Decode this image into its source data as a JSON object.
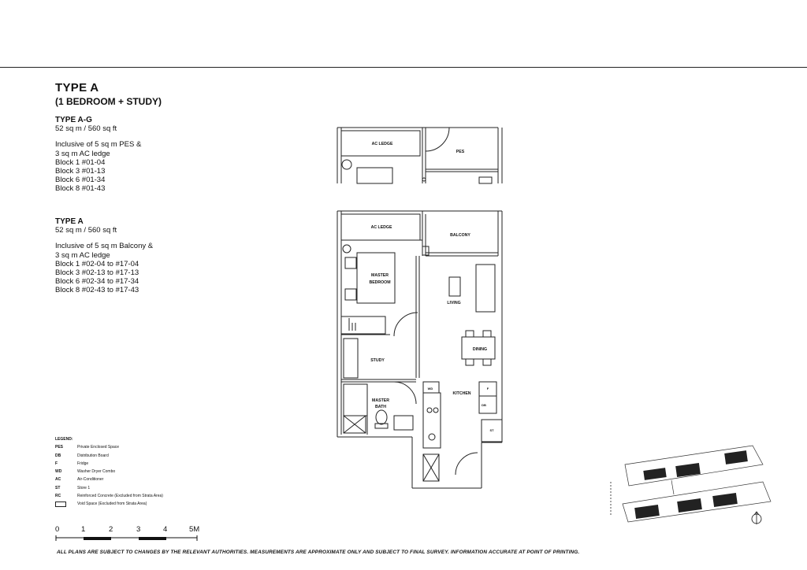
{
  "title": "TYPE  A",
  "subtitle": "(1 BEDROOM + STUDY)",
  "type_ag": {
    "heading": "TYPE A-G",
    "area": "52 sq m / 560 sq ft",
    "lines": [
      "Inclusive of 5 sq m PES &",
      "3 sq m AC ledge",
      "Block 1 #01-04",
      "Block 3 #01-13",
      "Block 6 #01-34",
      "Block 8 #01-43"
    ]
  },
  "type_a": {
    "heading": "TYPE A",
    "area": "52 sq m / 560 sq ft",
    "lines": [
      "Inclusive of 5 sq m Balcony &",
      "3 sq m AC ledge",
      "Block 1 #02-04 to #17-04",
      "Block 3 #02-13 to #17-13",
      "Block 6 #02-34 to #17-34",
      "Block 8 #02-43 to #17-43"
    ]
  },
  "legend": {
    "heading": "LEGEND:",
    "items": [
      {
        "abbr": "PES",
        "desc": "Private Enclosed Space"
      },
      {
        "abbr": "DB",
        "desc": "Distribution Board"
      },
      {
        "abbr": "F",
        "desc": "Fridge"
      },
      {
        "abbr": "WD",
        "desc": "Washer Dryer Combo"
      },
      {
        "abbr": "AC",
        "desc": "Air-Conditioner"
      },
      {
        "abbr": "ST",
        "desc": "Store 1"
      },
      {
        "abbr": "RC",
        "desc": "Reinforced Concrete (Excluded from Strata Area)"
      }
    ],
    "void_desc": "Void Space (Excluded from Strata Area)"
  },
  "scale": {
    "labels": [
      "0",
      "1",
      "2",
      "3",
      "4",
      "5M"
    ]
  },
  "plan_top": {
    "ac_ledge": "AC LEDGE",
    "pes": "PES"
  },
  "plan_main": {
    "ac_ledge": "AC LEDGE",
    "balcony": "BALCONY",
    "master_bedroom_1": "MASTER",
    "master_bedroom_2": "BEDROOM",
    "living": "LIVING",
    "dining": "DINING",
    "study": "STUDY",
    "master_bath_1": "MASTER",
    "master_bath_2": "BATH",
    "kitchen": "KITCHEN",
    "wd": "WD",
    "f": "F",
    "db": "DB",
    "st": "ST"
  },
  "disclaimer": "ALL PLANS ARE SUBJECT TO CHANGES BY THE RELEVANT AUTHORITIES. MEASUREMENTS ARE APPROXIMATE ONLY AND SUBJECT TO FINAL SURVEY. INFORMATION ACCURATE AT POINT OF PRINTING."
}
